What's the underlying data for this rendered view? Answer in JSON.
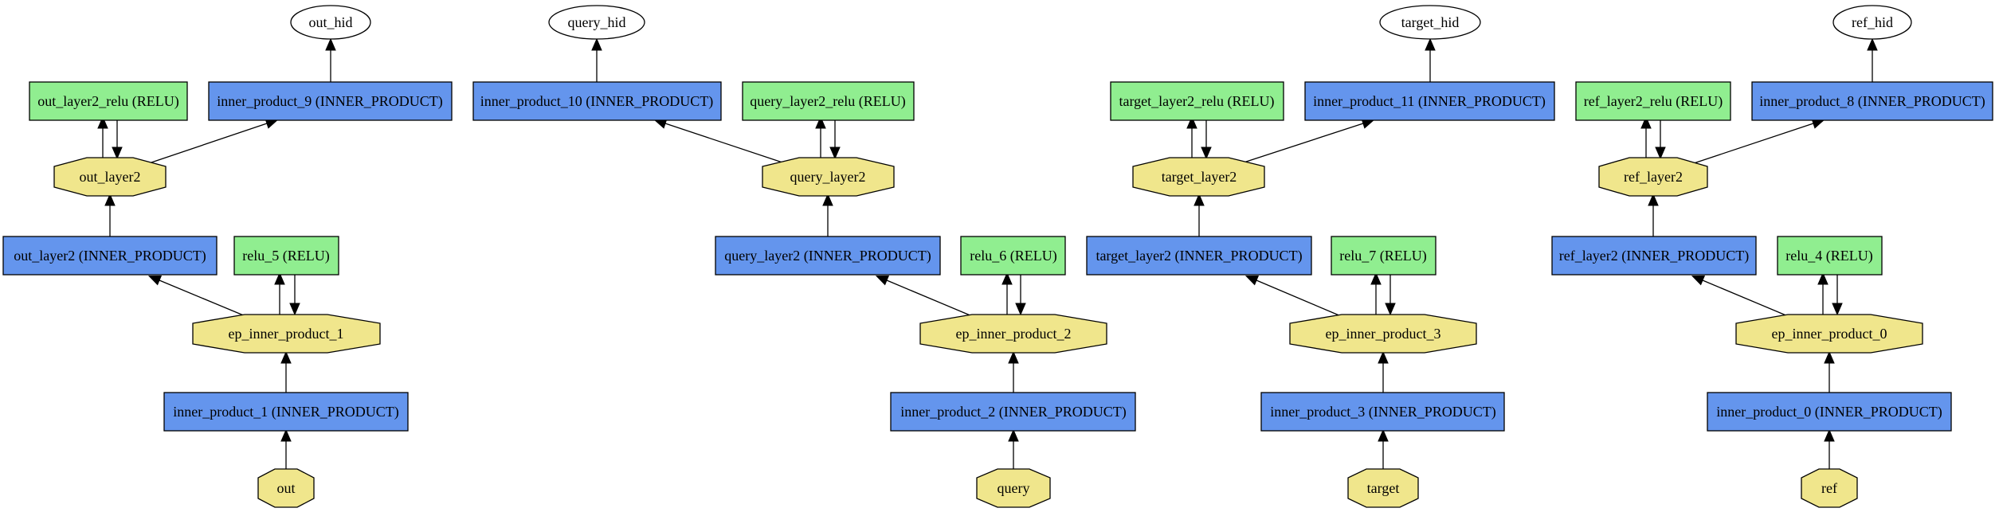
{
  "colors": {
    "inner_product": "#6495ED",
    "relu": "#90EE90",
    "blob": "#F0E68C",
    "output": "#FFFFFF"
  },
  "nodes": {
    "out_hid": "out_hid",
    "query_hid": "query_hid",
    "target_hid": "target_hid",
    "ref_hid": "ref_hid",
    "out_layer2_relu": "out_layer2_relu (RELU)",
    "inner_product_9": "inner_product_9 (INNER_PRODUCT)",
    "inner_product_10": "inner_product_10 (INNER_PRODUCT)",
    "query_layer2_relu": "query_layer2_relu (RELU)",
    "target_layer2_relu": "target_layer2_relu (RELU)",
    "inner_product_11": "inner_product_11 (INNER_PRODUCT)",
    "ref_layer2_relu": "ref_layer2_relu (RELU)",
    "inner_product_8": "inner_product_8 (INNER_PRODUCT)",
    "out_layer2_blob": "out_layer2",
    "query_layer2_blob": "query_layer2",
    "target_layer2_blob": "target_layer2",
    "ref_layer2_blob": "ref_layer2",
    "out_layer2_ip": "out_layer2 (INNER_PRODUCT)",
    "relu_5": "relu_5 (RELU)",
    "query_layer2_ip": "query_layer2 (INNER_PRODUCT)",
    "relu_6": "relu_6 (RELU)",
    "target_layer2_ip": "target_layer2 (INNER_PRODUCT)",
    "relu_7": "relu_7 (RELU)",
    "ref_layer2_ip": "ref_layer2 (INNER_PRODUCT)",
    "relu_4": "relu_4 (RELU)",
    "ep_inner_product_1": "ep_inner_product_1",
    "ep_inner_product_2": "ep_inner_product_2",
    "ep_inner_product_3": "ep_inner_product_3",
    "ep_inner_product_0": "ep_inner_product_0",
    "inner_product_1": "inner_product_1 (INNER_PRODUCT)",
    "inner_product_2": "inner_product_2 (INNER_PRODUCT)",
    "inner_product_3": "inner_product_3 (INNER_PRODUCT)",
    "inner_product_0": "inner_product_0 (INNER_PRODUCT)",
    "out": "out",
    "query": "query",
    "target": "target",
    "ref": "ref"
  }
}
